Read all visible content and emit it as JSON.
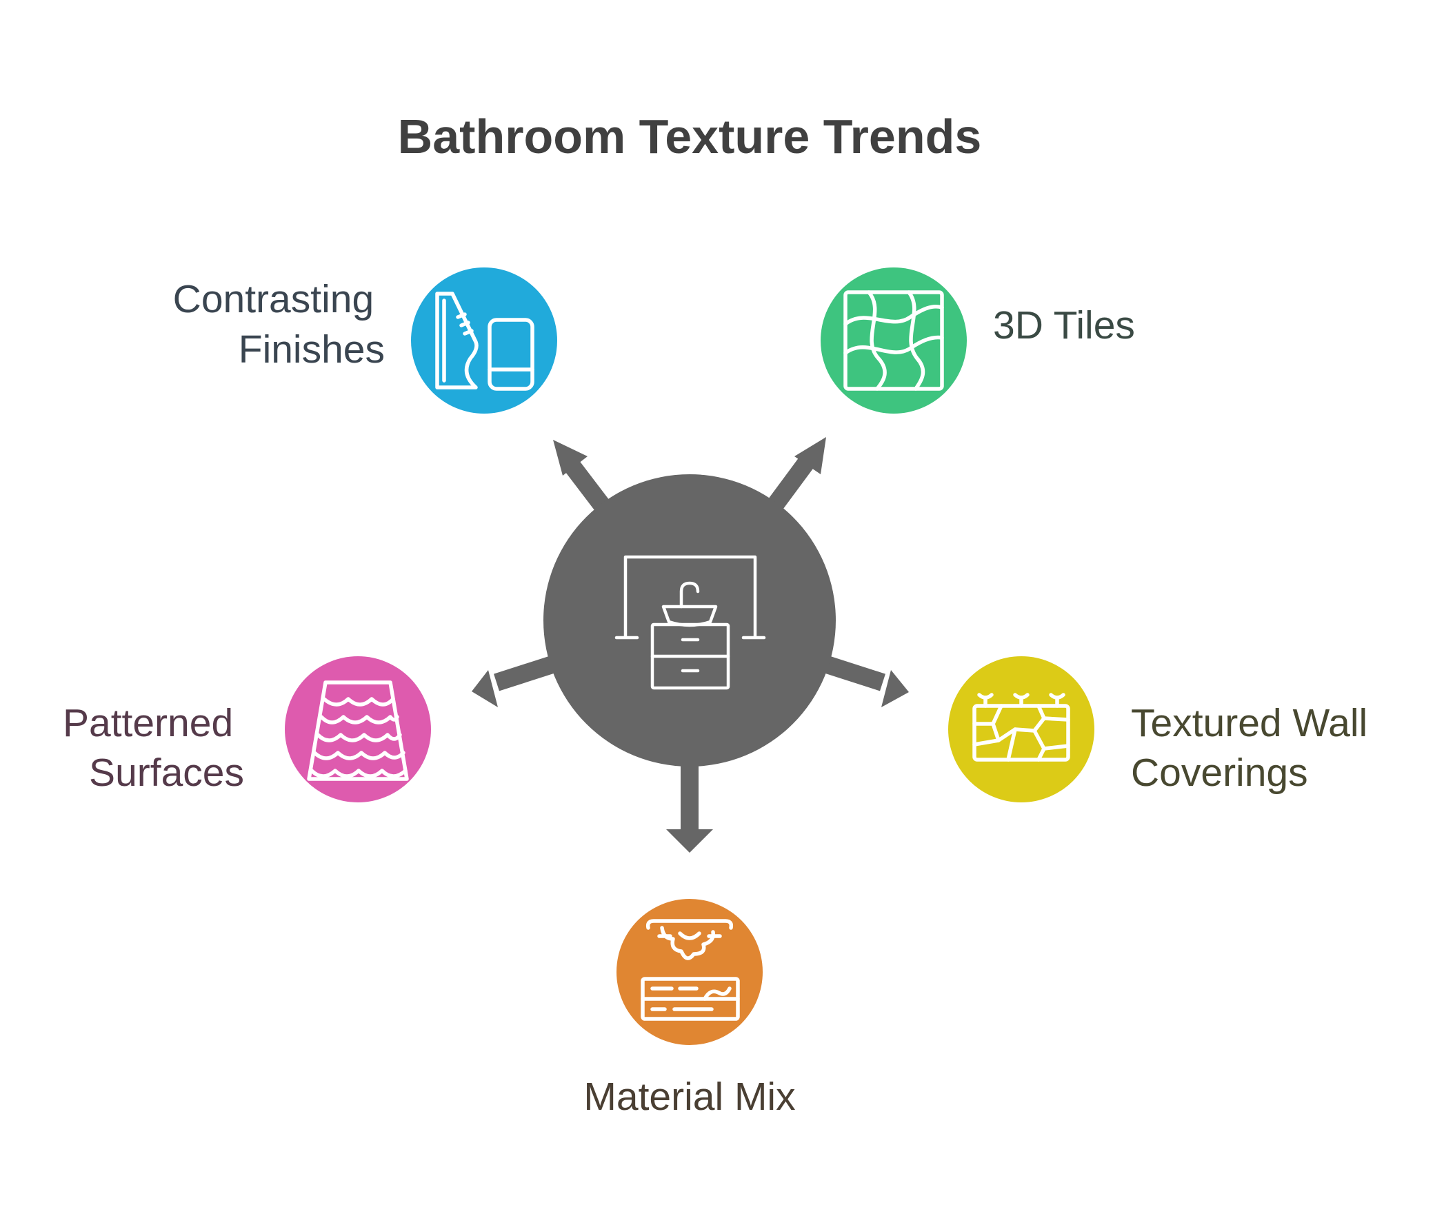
{
  "title": "Bathroom Texture Trends",
  "colors": {
    "hub": "#666666",
    "arrow": "#666666",
    "contrasting": "#21AADB",
    "tiles": "#3EC47F",
    "textured": "#DCCB17",
    "material": "#E08632",
    "patterned": "#DE5BAE"
  },
  "hub": {
    "icon": "bathroom-vanity-icon"
  },
  "nodes": {
    "contrasting": {
      "line1": "Contrasting",
      "line2": "Finishes",
      "icon": "mirror-and-tile-icon",
      "text_color": "#3a4550"
    },
    "tiles": {
      "line1": "3D Tiles",
      "icon": "wavy-tile-grid-icon",
      "text_color": "#3a4a44"
    },
    "textured": {
      "line1": "Textured Wall",
      "line2": "Coverings",
      "icon": "cracked-stone-wall-icon",
      "text_color": "#484830"
    },
    "material": {
      "line1": "Material Mix",
      "icon": "wood-grain-mix-icon",
      "text_color": "#4a3f33"
    },
    "patterned": {
      "line1": "Patterned",
      "line2": "Surfaces",
      "icon": "fish-scale-pattern-icon",
      "text_color": "#553a4a"
    }
  }
}
